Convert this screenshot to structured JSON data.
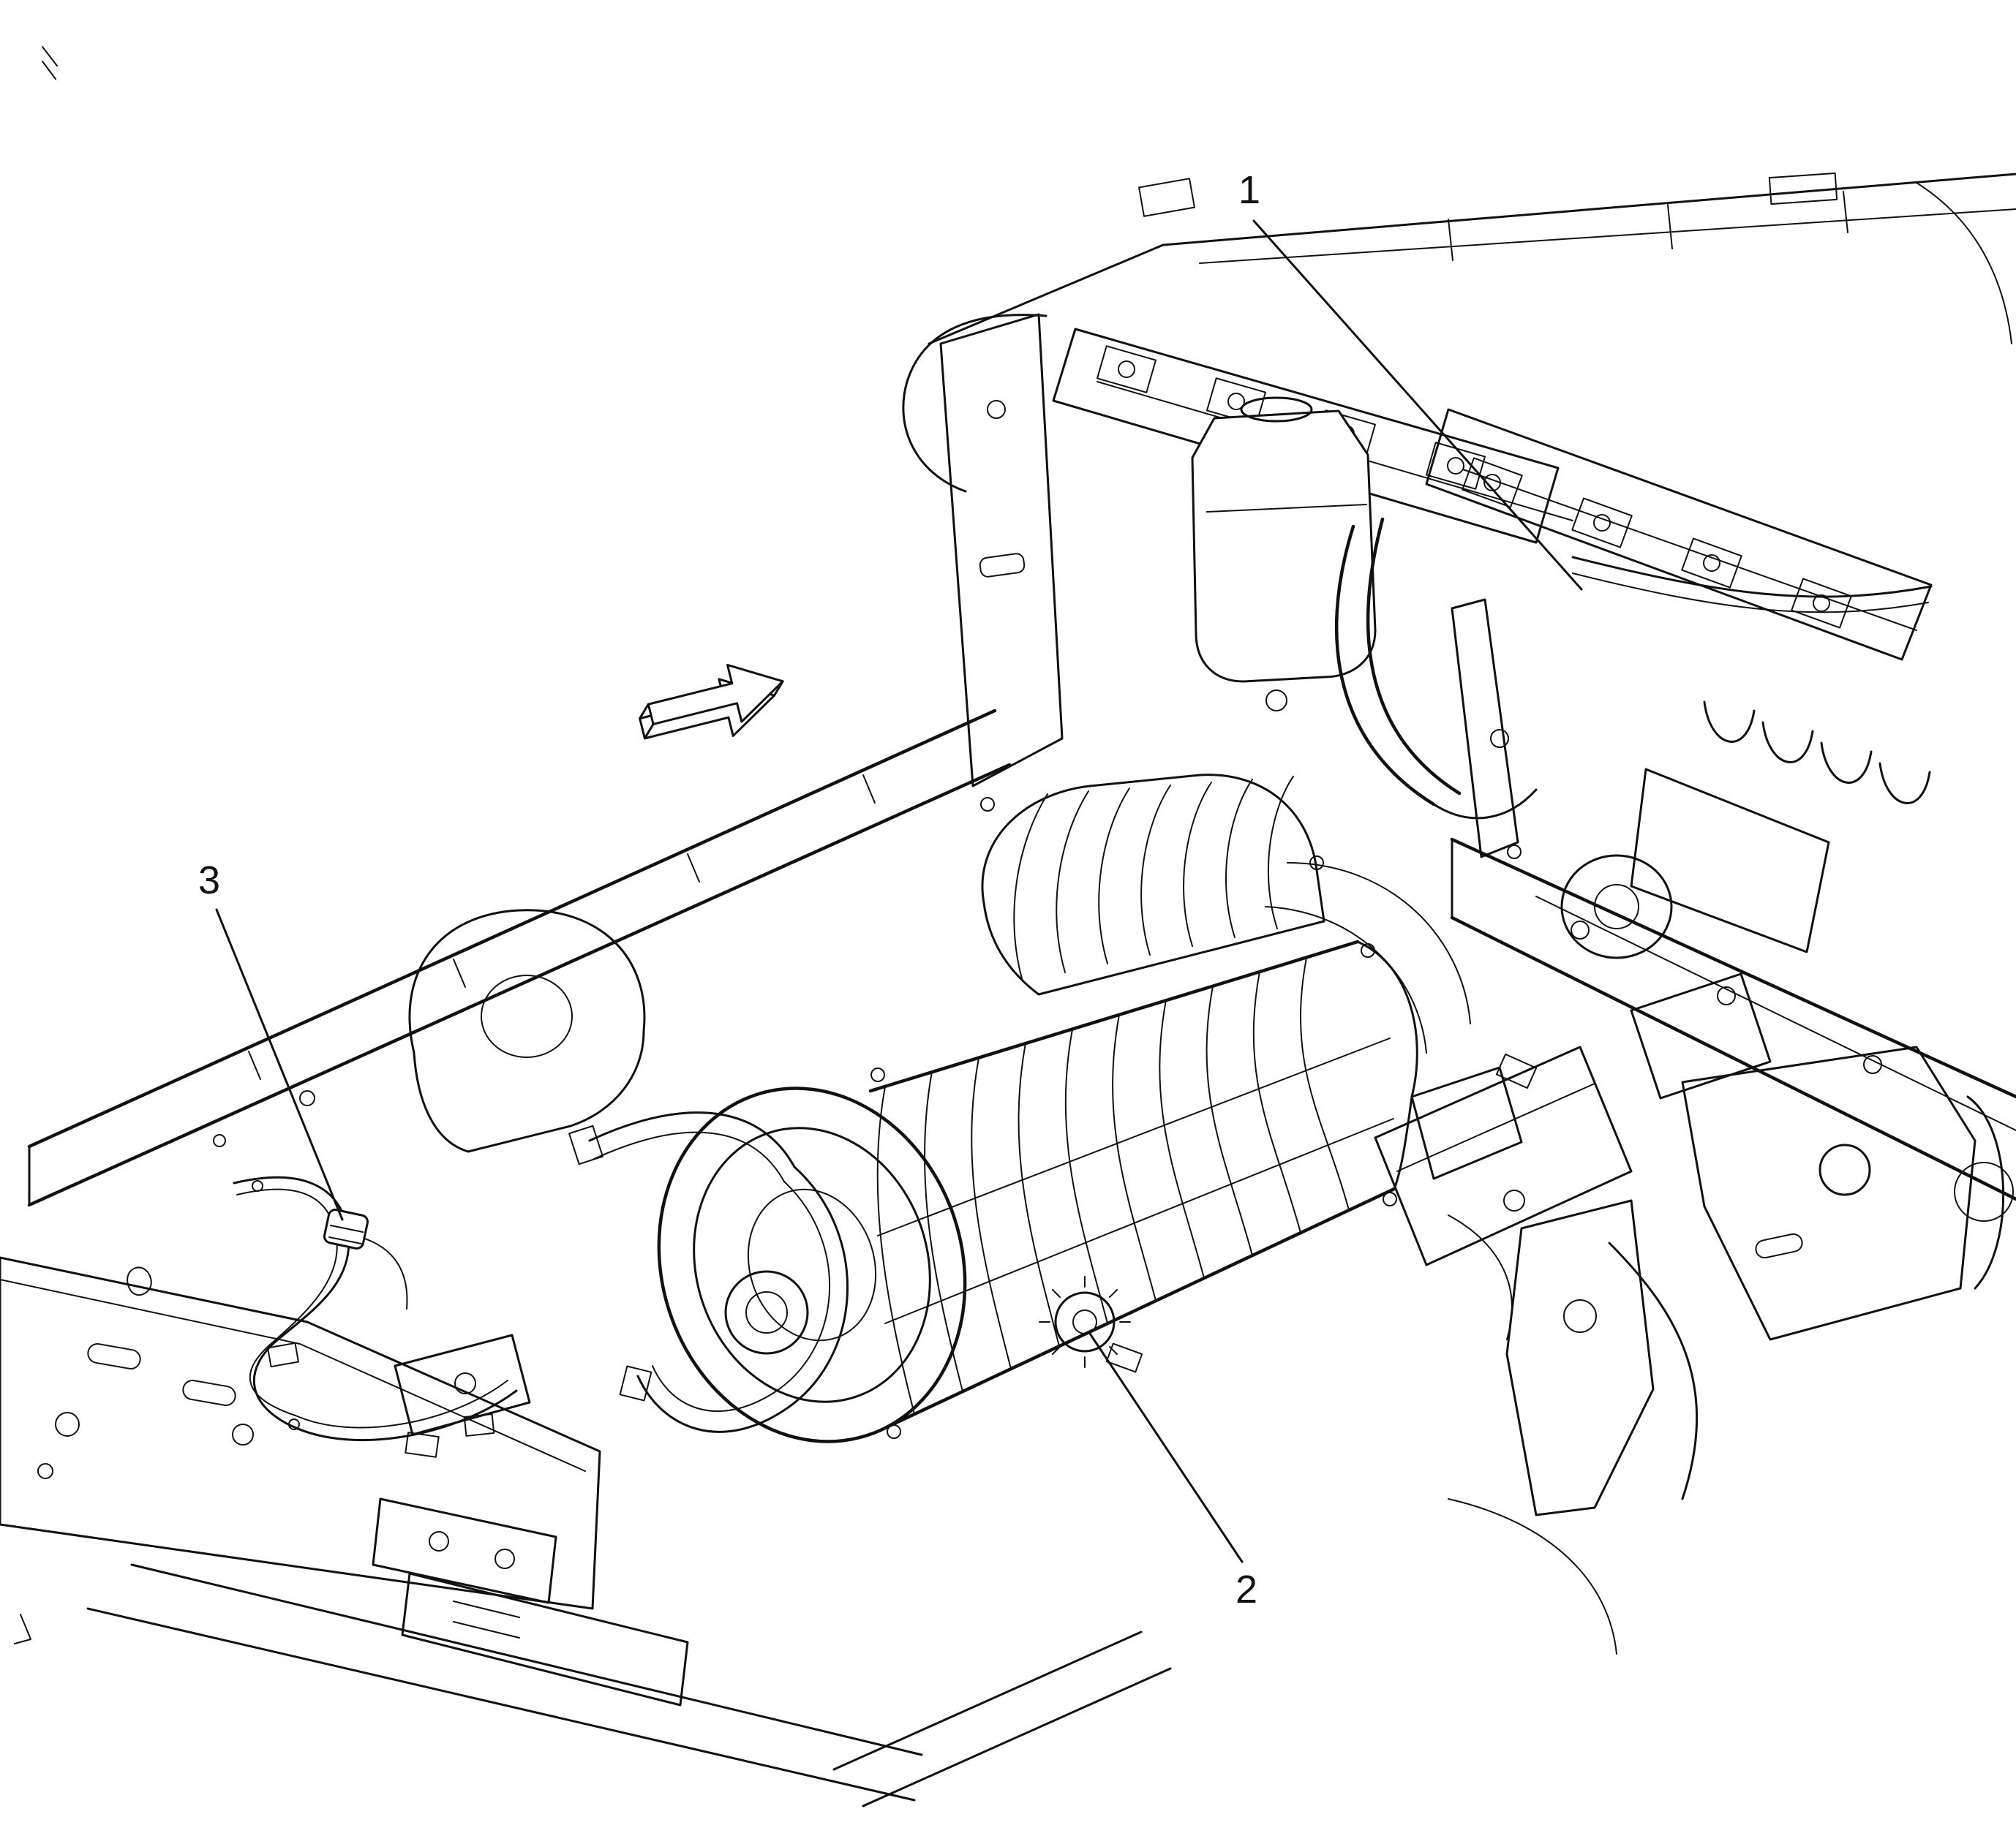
{
  "diagram": {
    "background_color": "#ffffff",
    "line_color": "#111111",
    "callouts": [
      {
        "label": "1"
      },
      {
        "label": "2"
      },
      {
        "label": "3"
      }
    ],
    "icons": {
      "direction_arrow": "block-arrow-forward"
    }
  }
}
